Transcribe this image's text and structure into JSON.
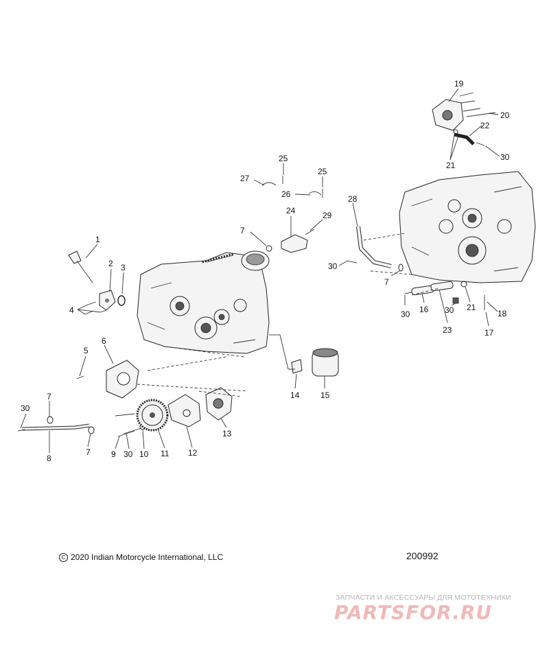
{
  "copyright": "2020 Indian Motorcycle International, LLC",
  "figure_number": "200992",
  "watermark": {
    "tagline": "ЗАПЧАСТИ И АКСЕССУАРЫ ДЛЯ МОТОТЕХНИКИ",
    "logo": "PARTSFOR.RU"
  },
  "callouts": {
    "c1": "1",
    "c2": "2",
    "c3": "3",
    "c4": "4",
    "c5": "5",
    "c6": "6",
    "c7a": "7",
    "c7b": "7",
    "c7c": "7",
    "c7d": "7",
    "c8": "8",
    "c9": "9",
    "c10": "10",
    "c11": "11",
    "c12": "12",
    "c13": "13",
    "c14": "14",
    "c15": "15",
    "c16": "16",
    "c17": "17",
    "c18": "18",
    "c19": "19",
    "c20": "20",
    "c21a": "21",
    "c21b": "21",
    "c22": "22",
    "c23": "23",
    "c24": "24",
    "c25a": "25",
    "c25b": "25",
    "c26": "26",
    "c27": "27",
    "c28": "28",
    "c29": "29",
    "c30a": "30",
    "c30b": "30",
    "c30c": "30",
    "c30d": "30",
    "c30e": "30",
    "c30f": "30"
  }
}
